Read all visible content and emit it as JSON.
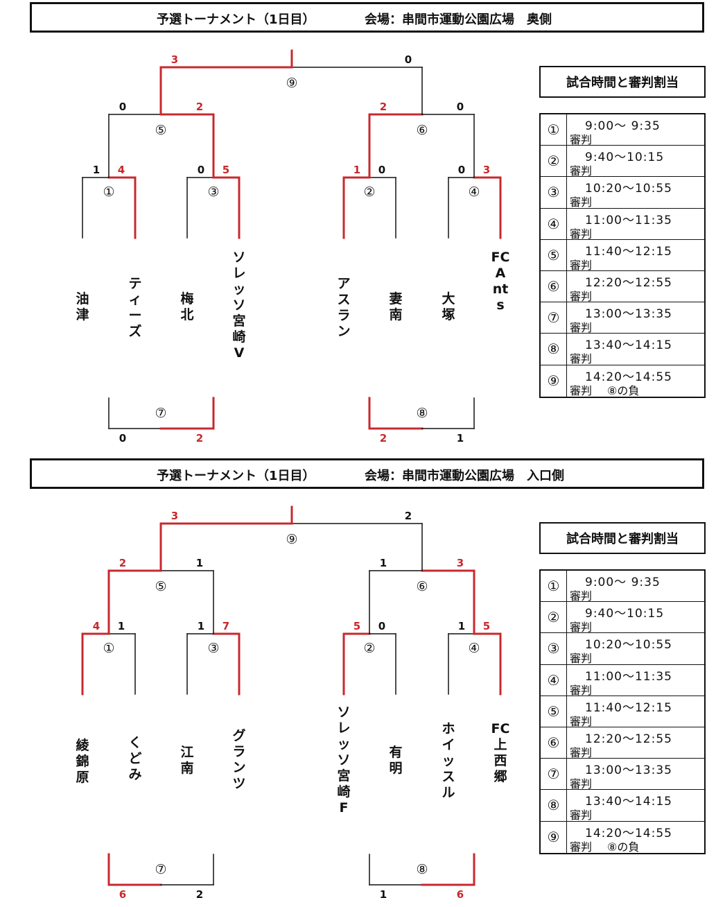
{
  "colors": {
    "winner": "#c8282d",
    "line": "#111111"
  },
  "sections": [
    {
      "title": "予選トーナメント（1日目）",
      "venue": "会場：串間市運動公園広場　奥側",
      "schedule_title": "試合時間と審判割当",
      "schedule": [
        {
          "num": "①",
          "time": "9:00〜 9:35",
          "ref": "審判",
          "note": ""
        },
        {
          "num": "②",
          "time": "9:40〜10:15",
          "ref": "審判",
          "note": ""
        },
        {
          "num": "③",
          "time": "10:20〜10:55",
          "ref": "審判",
          "note": ""
        },
        {
          "num": "④",
          "time": "11:00〜11:35",
          "ref": "審判",
          "note": ""
        },
        {
          "num": "⑤",
          "time": "11:40〜12:15",
          "ref": "審判",
          "note": ""
        },
        {
          "num": "⑥",
          "time": "12:20〜12:55",
          "ref": "審判",
          "note": ""
        },
        {
          "num": "⑦",
          "time": "13:00〜13:35",
          "ref": "審判",
          "note": ""
        },
        {
          "num": "⑧",
          "time": "13:40〜14:15",
          "ref": "審判",
          "note": ""
        },
        {
          "num": "⑨",
          "time": "14:20〜14:55",
          "ref": "審判",
          "note": "⑧の負"
        }
      ],
      "teams": [
        "油津",
        "ティーズ",
        "梅北",
        "ソレッソ宮崎V",
        "アスラン",
        "妻南",
        "大塚",
        "FCAnts"
      ],
      "matches": {
        "m1": {
          "label": "①",
          "left": "1",
          "right": "4",
          "winner": "right"
        },
        "m2": {
          "label": "②",
          "left": "1",
          "right": "0",
          "winner": "left"
        },
        "m3": {
          "label": "③",
          "left": "0",
          "right": "5",
          "winner": "right"
        },
        "m4": {
          "label": "④",
          "left": "0",
          "right": "3",
          "winner": "right"
        },
        "m5": {
          "label": "⑤",
          "left": "0",
          "right": "2",
          "winner": "right"
        },
        "m6": {
          "label": "⑥",
          "left": "2",
          "right": "0",
          "winner": "left"
        },
        "m7": {
          "label": "⑦",
          "left": "0",
          "right": "2",
          "winner": "right"
        },
        "m8": {
          "label": "⑧",
          "left": "2",
          "right": "1",
          "winner": "left"
        },
        "m9": {
          "label": "⑨",
          "left": "3",
          "right": "0",
          "winner": "left"
        }
      }
    },
    {
      "title": "予選トーナメント（1日目）",
      "venue": "会場：串間市運動公園広場　入口側",
      "schedule_title": "試合時間と審判割当",
      "schedule": [
        {
          "num": "①",
          "time": "9:00〜 9:35",
          "ref": "審判",
          "note": ""
        },
        {
          "num": "②",
          "time": "9:40〜10:15",
          "ref": "審判",
          "note": ""
        },
        {
          "num": "③",
          "time": "10:20〜10:55",
          "ref": "審判",
          "note": ""
        },
        {
          "num": "④",
          "time": "11:00〜11:35",
          "ref": "審判",
          "note": ""
        },
        {
          "num": "⑤",
          "time": "11:40〜12:15",
          "ref": "審判",
          "note": ""
        },
        {
          "num": "⑥",
          "time": "12:20〜12:55",
          "ref": "審判",
          "note": ""
        },
        {
          "num": "⑦",
          "time": "13:00〜13:35",
          "ref": "審判",
          "note": ""
        },
        {
          "num": "⑧",
          "time": "13:40〜14:15",
          "ref": "審判",
          "note": ""
        },
        {
          "num": "⑨",
          "time": "14:20〜14:55",
          "ref": "審判",
          "note": "⑧の負"
        }
      ],
      "teams": [
        "綾錦原",
        "くどみ",
        "江南",
        "グランツ",
        "ソレッソ宮崎F",
        "有明",
        "ホイッスル",
        "FC上西郷"
      ],
      "matches": {
        "m1": {
          "label": "①",
          "left": "4",
          "right": "1",
          "winner": "left"
        },
        "m2": {
          "label": "②",
          "left": "5",
          "right": "0",
          "winner": "left"
        },
        "m3": {
          "label": "③",
          "left": "1",
          "right": "7",
          "winner": "right"
        },
        "m4": {
          "label": "④",
          "left": "1",
          "right": "5",
          "winner": "right"
        },
        "m5": {
          "label": "⑤",
          "left": "2",
          "right": "1",
          "winner": "left"
        },
        "m6": {
          "label": "⑥",
          "left": "1",
          "right": "3",
          "winner": "right"
        },
        "m7": {
          "label": "⑦",
          "left": "6",
          "right": "2",
          "winner": "left"
        },
        "m8": {
          "label": "⑧",
          "left": "1",
          "right": "6",
          "winner": "right"
        },
        "m9": {
          "label": "⑨",
          "left": "3",
          "right": "2",
          "winner": "left"
        }
      }
    }
  ]
}
